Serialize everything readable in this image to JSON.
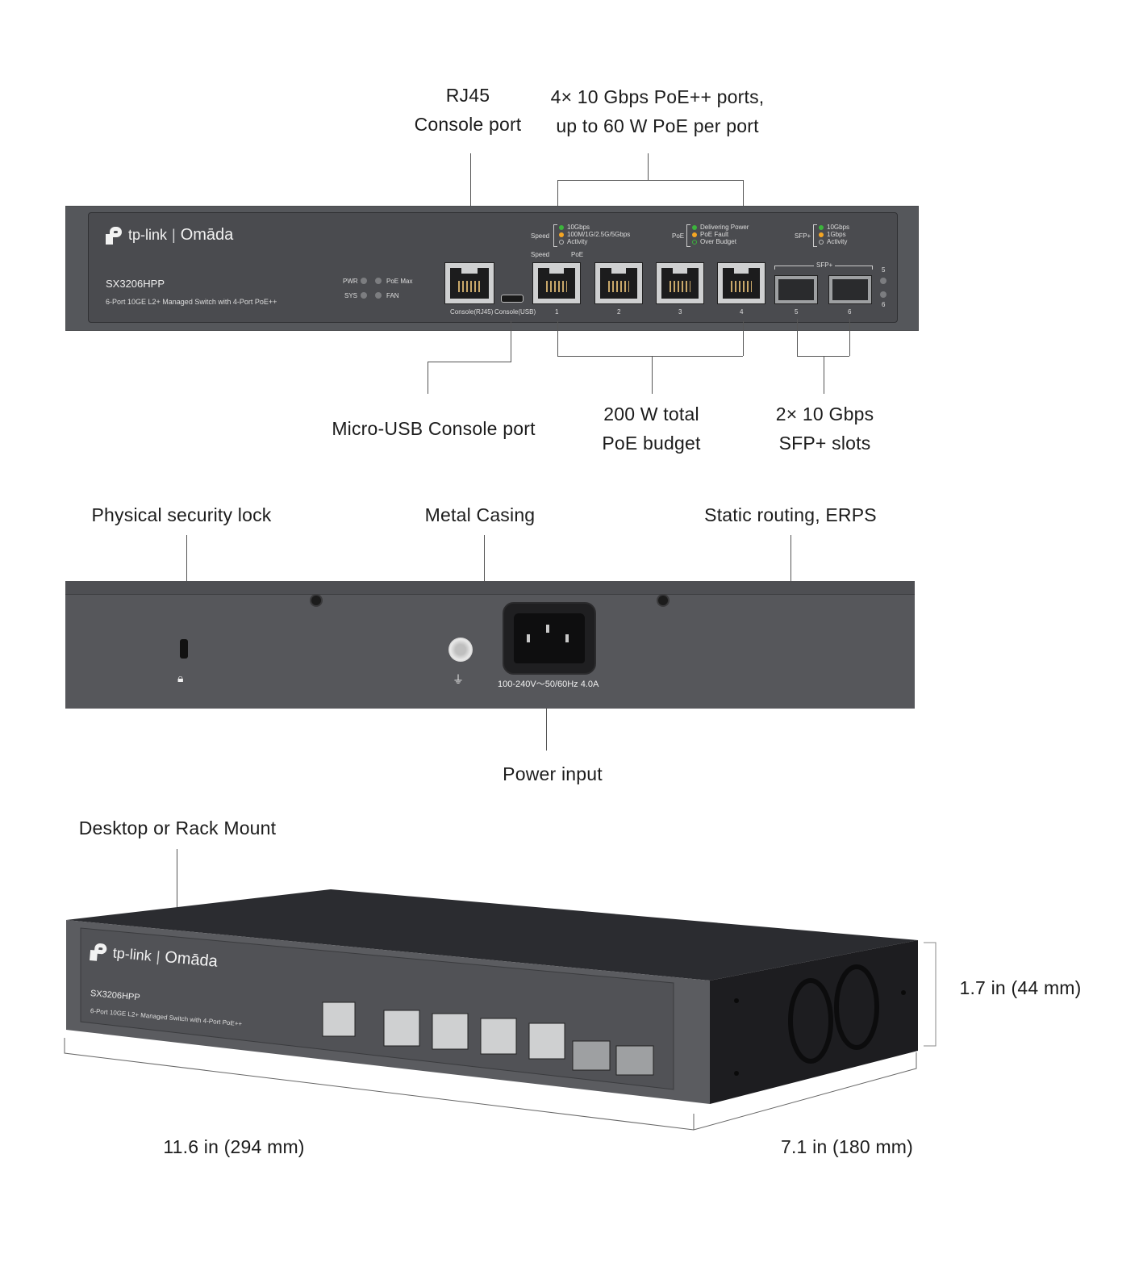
{
  "callouts": {
    "rj45_console": [
      "RJ45",
      "Console port"
    ],
    "poe_ports": [
      "4× 10 Gbps PoE++ ports,",
      "up to 60 W PoE per port"
    ],
    "micro_usb": "Micro-USB Console port",
    "poe_budget": [
      "200 W total",
      "PoE budget"
    ],
    "sfp_slots": [
      "2× 10 Gbps",
      "SFP+ slots"
    ],
    "security_lock": "Physical security lock",
    "metal_casing": "Metal Casing",
    "static_routing": "Static routing, ERPS",
    "power_input": "Power input",
    "mount": "Desktop or Rack Mount",
    "height": "1.7 in (44 mm)",
    "width": "11.6 in (294 mm)",
    "depth": "7.1 in (180 mm)"
  },
  "device": {
    "brand": "tp-link",
    "separator": "|",
    "product_line": "Omāda",
    "model": "SX3206HPP",
    "description": "6-Port 10GE L2+ Managed Switch with 4-Port PoE++",
    "status_leds": [
      {
        "label": "PWR"
      },
      {
        "label": "PoE Max"
      },
      {
        "label": "SYS"
      },
      {
        "label": "FAN"
      }
    ],
    "speed_legend": {
      "title": "Speed",
      "items": [
        {
          "label": "10Gbps",
          "color": "#3cb43c"
        },
        {
          "label": "100M/1G/2.5G/5Gbps",
          "color": "#f5a623"
        },
        {
          "label": "Activity",
          "color": "#bbbbbb"
        }
      ]
    },
    "poe_legend": {
      "title": "PoE",
      "items": [
        {
          "label": "Delivering Power",
          "color": "#3cb43c"
        },
        {
          "label": "PoE Fault",
          "color": "#f5a623"
        },
        {
          "label": "Over Budget",
          "color": "#3cb43c"
        }
      ]
    },
    "sfp_legend": {
      "title": "SFP+",
      "items": [
        {
          "label": "10Gbps",
          "color": "#3cb43c"
        },
        {
          "label": "1Gbps",
          "color": "#f5a623"
        },
        {
          "label": "Activity",
          "color": "#bbbbbb"
        }
      ]
    },
    "port_header": {
      "speed": "Speed",
      "poe": "PoE"
    },
    "console_labels": {
      "rj45": "Console(RJ45)",
      "usb": "Console(USB)"
    },
    "rj45_ports": [
      "1",
      "2",
      "3",
      "4"
    ],
    "sfp_group_label": "SFP+",
    "sfp_ports": [
      "5",
      "6"
    ],
    "sfp_led_labels": [
      "5",
      "6"
    ],
    "power_rating": "100-240V～50/60Hz 4.0A"
  }
}
